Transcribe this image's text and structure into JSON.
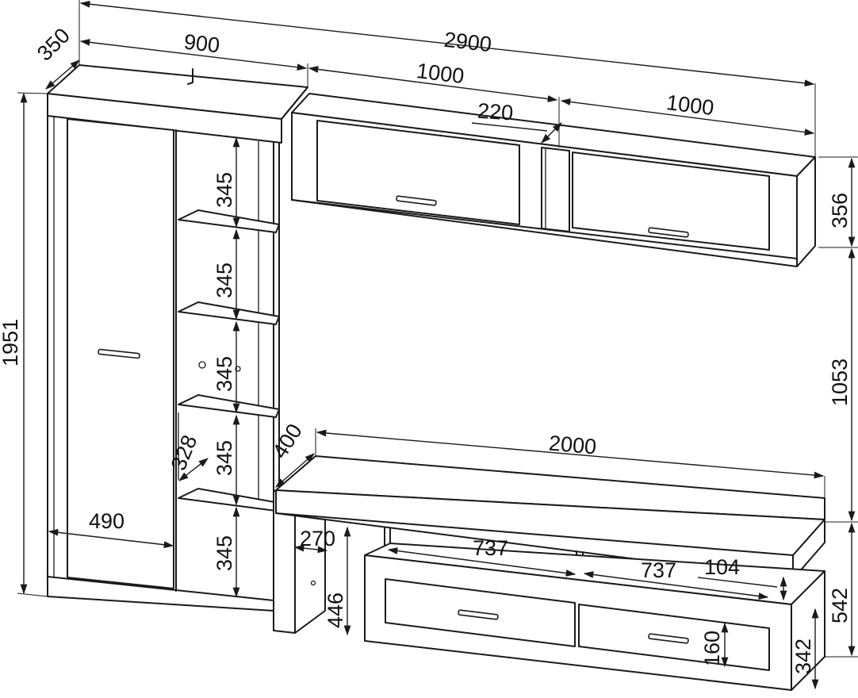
{
  "dimensions": {
    "total_width": "2900",
    "depth_tall": "350",
    "tall_width": "900",
    "height_total": "1951",
    "wall_shelf_left": "1000",
    "wall_shelf_right": "1000",
    "wall_depth": "220",
    "wall_height": "356",
    "wall_gap": "1053",
    "shelf_1": "345",
    "shelf_2": "345",
    "shelf_3": "345",
    "shelf_4": "345",
    "shelf_5": "345",
    "shelf_depth": "328",
    "door_width": "490",
    "tv_width": "2000",
    "tv_depth": "400",
    "niche_left": "737",
    "niche_right": "737",
    "tv_leg": "104",
    "side_depth": "270",
    "side_height": "446",
    "tv_height": "542",
    "drawer_height": "160",
    "base_height": "342"
  },
  "colors": {
    "line": "#1a1a1a",
    "background": "#ffffff"
  }
}
